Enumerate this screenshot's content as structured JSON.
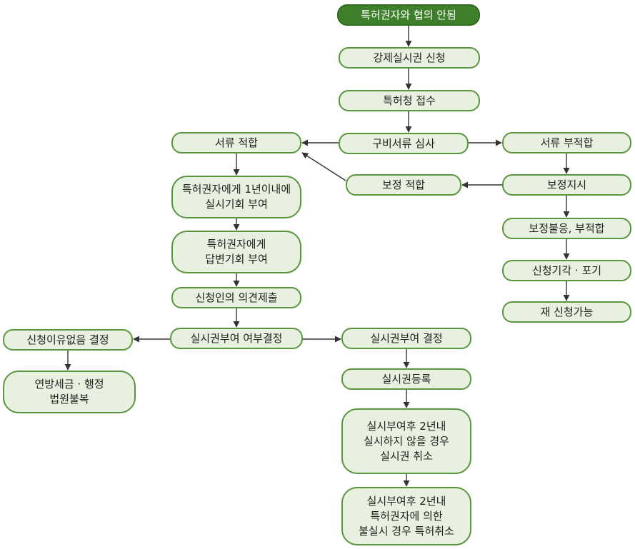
{
  "colors": {
    "node_fill": "#e8f0df",
    "node_border": "#5a9640",
    "start_fill": "#3d7f2a",
    "arrow": "#333333"
  },
  "nodes": {
    "start": [
      "특허권자와 협의 안됨"
    ],
    "apply": [
      "강제실시권 신청"
    ],
    "receipt": [
      "특허청 접수"
    ],
    "review": [
      "구비서류 심사"
    ],
    "docs_ok": [
      "서류 적합"
    ],
    "docs_bad": [
      "서류 부적합"
    ],
    "correction_order": [
      "보정지시"
    ],
    "correction_ok": [
      "보정 적합"
    ],
    "correction_fail": [
      "보정불응, 부적합"
    ],
    "rejected": [
      "신청기각 · 포기"
    ],
    "reapply": [
      "재 신청가능"
    ],
    "chance_1y": [
      "특허권자에게 1년이내에",
      "실시기회 부여"
    ],
    "chance_reply": [
      "특허권자에게",
      "답변기회 부여"
    ],
    "opinion": [
      "신청인의 의견제출"
    ],
    "decision": [
      "실시권부여 여부결정"
    ],
    "no_reason": [
      "신청이유없음 결정"
    ],
    "appeal": [
      "연방세금 · 행정",
      "법원불복"
    ],
    "grant": [
      "실시권부여 결정"
    ],
    "register": [
      "실시권등록"
    ],
    "cancel": [
      "실시부여후 2년내",
      "실시하지 않을 경우",
      "실시권 취소"
    ],
    "patent_cancel": [
      "실시부여후 2년내",
      "특허권자에 의한",
      "불실시 경우 특허취소"
    ]
  }
}
